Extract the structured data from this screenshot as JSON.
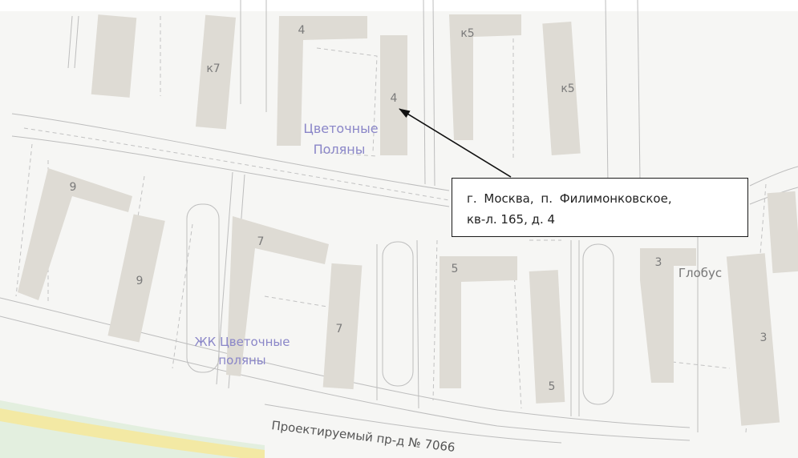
{
  "colors": {
    "background": "#f6f6f4",
    "building": "#dedbd4",
    "road_line": "#b9b9b9",
    "place_label": "#8a86c8",
    "house_number": "#7a7a7a",
    "yellow_road": "#f3e9a4",
    "green_area": "#dfeedb"
  },
  "place_labels": {
    "tsvetochnye_1": "Цветочные",
    "tsvetochnye_2": "Поляны",
    "zhk_1": "ЖК Цветочные",
    "zhk_2": "поляны",
    "globus": "Глобус"
  },
  "house_numbers": {
    "b4a": "4",
    "b4b": "4",
    "k5a": "к5",
    "k5b": "к5",
    "k7": "к7",
    "b9a": "9",
    "b9b": "9",
    "b7a": "7",
    "b7b": "7",
    "b5a": "5",
    "b5b": "5",
    "b3a": "3",
    "b3b": "3"
  },
  "street_label": "Проектируемый пр-д № 7066",
  "callout": {
    "line1": "г. Москва, п. Филимонковское,",
    "line2": "кв-л. 165, д. 4"
  },
  "marker_icon": "arrow-pointer-icon"
}
